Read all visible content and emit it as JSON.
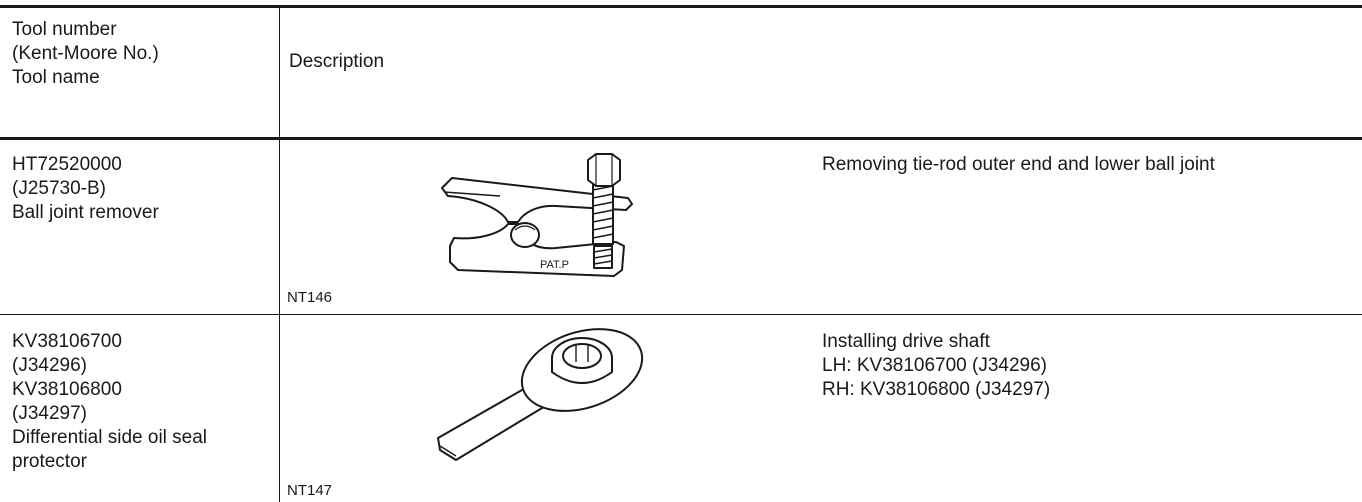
{
  "header": {
    "tool_col": [
      "Tool number",
      "(Kent-Moore No.)",
      "Tool name"
    ],
    "description_col": "Description"
  },
  "rows": [
    {
      "tool": [
        "HT72520000",
        "(J25730-B)",
        "Ball joint remover"
      ],
      "figure_code": "NT146",
      "figure_icon": "ball-joint-remover-illustration",
      "figure_label": "PAT.P",
      "description": [
        "Removing tie-rod outer end and lower ball joint"
      ]
    },
    {
      "tool": [
        "KV38106700",
        "(J34296)",
        "KV38106800",
        "(J34297)",
        "Differential side oil seal",
        "protector"
      ],
      "figure_code": "NT147",
      "figure_icon": "oil-seal-protector-illustration",
      "description": [
        "Installing drive shaft",
        "LH: KV38106700 (J34296)",
        "RH: KV38106800 (J34297)"
      ]
    }
  ]
}
